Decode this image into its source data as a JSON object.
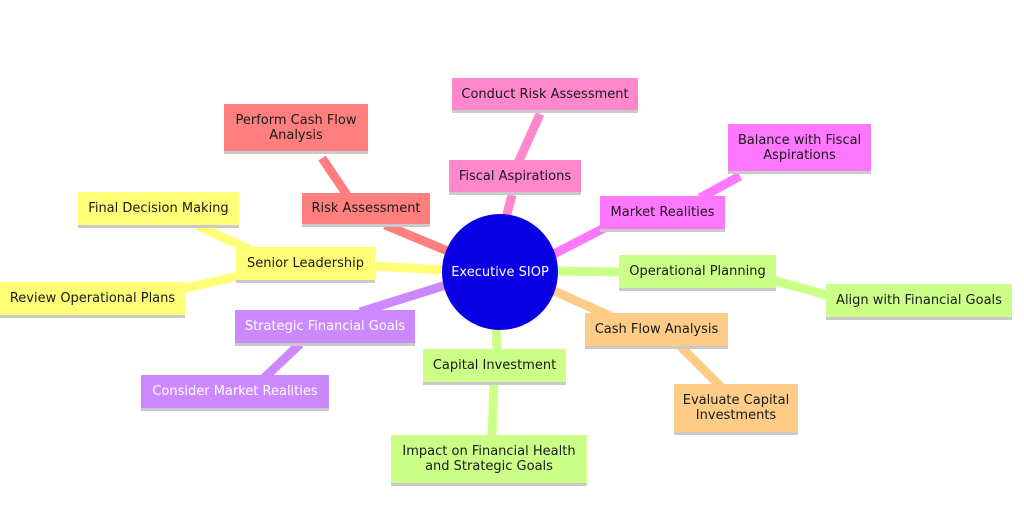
{
  "root": {
    "label": "Executive SIOP",
    "color": "#0a00e6"
  },
  "branches": {
    "risk": {
      "color": "#ff7f7f",
      "label": "Risk Assessment",
      "child": "Perform Cash Flow Analysis"
    },
    "fiscal": {
      "color": "#ff88cc",
      "label": "Fiscal Aspirations",
      "child": "Conduct Risk Assessment"
    },
    "market": {
      "color": "#ff77ff",
      "label": "Market Realities",
      "child": "Balance with Fiscal Aspirations"
    },
    "operational": {
      "color": "#ccff88",
      "label": "Operational Planning",
      "child": "Align with Financial Goals"
    },
    "cashflow": {
      "color": "#ffcc88",
      "label": "Cash Flow Analysis",
      "child": "Evaluate Capital Investments"
    },
    "capital": {
      "color": "#ccff88",
      "label": "Capital Investment",
      "child": "Impact on Financial Health and Strategic Goals"
    },
    "strategic": {
      "color": "#cc88ff",
      "label": "Strategic Financial Goals",
      "child": "Consider Market Realities"
    },
    "senior": {
      "color": "#ffff77",
      "label": "Senior Leadership",
      "children": [
        "Final Decision Making",
        "Review Operational Plans"
      ]
    }
  }
}
